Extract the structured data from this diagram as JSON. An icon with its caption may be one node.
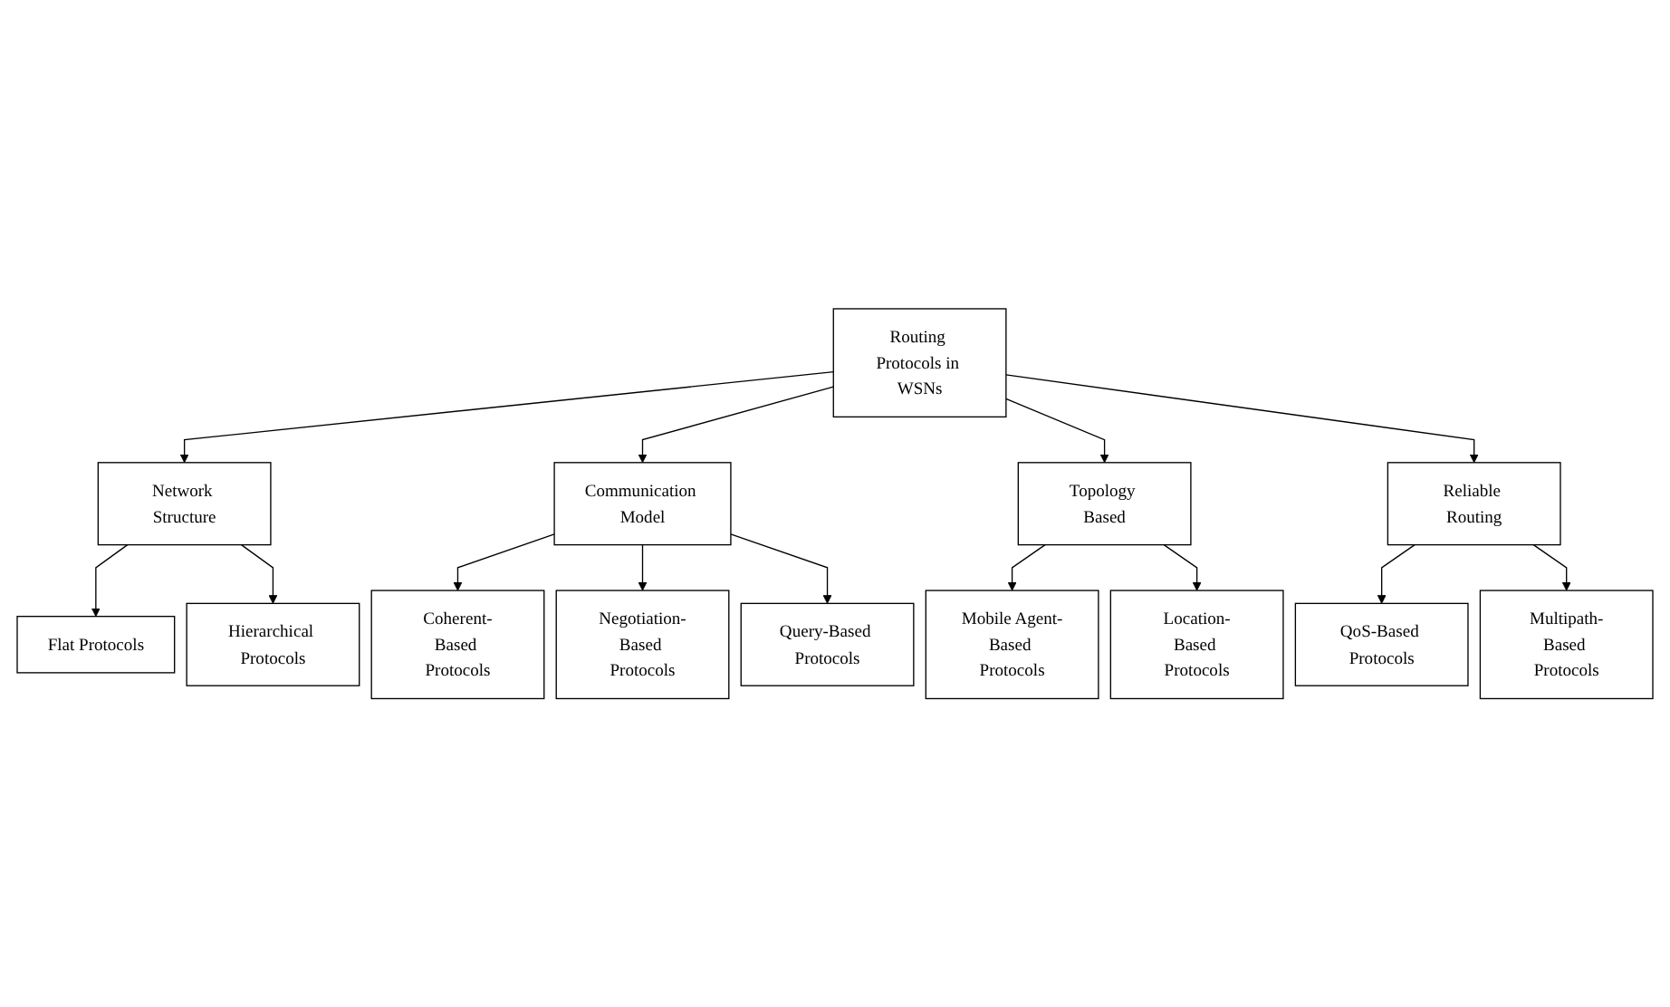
{
  "diagram": {
    "nodes": [
      {
        "text": [
          "Routing Protocols in WSNs"
        ]
      },
      {
        "text": [
          "Network Structure"
        ]
      },
      {
        "text": [
          "Communication Model"
        ]
      },
      {
        "text": [
          "Topology Based"
        ]
      },
      {
        "text": [
          "Reliable Routing"
        ]
      },
      {
        "text": [
          "Flat Protocols"
        ]
      },
      {
        "text": [
          "Hierarchical Protocols"
        ]
      },
      {
        "text": [
          "Coherent-Based Protocols"
        ]
      },
      {
        "text": [
          "Negotiation-Based Protocols"
        ]
      },
      {
        "text": [
          "Query-Based Protocols"
        ]
      },
      {
        "text": [
          "Mobile Agent-Based Protocols"
        ]
      },
      {
        "text": [
          "Location-Based Protocols"
        ]
      },
      {
        "text": [
          "QoS-Based Protocols"
        ]
      },
      {
        "text": [
          "Multipath-Based Protocols"
        ]
      }
    ],
    "edges": [
      {
        "from": 0,
        "to": 1,
        "arrow": "to"
      },
      {
        "from": 0,
        "to": 2,
        "arrow": "to"
      },
      {
        "from": 0,
        "to": 3,
        "arrow": "to"
      },
      {
        "from": 0,
        "to": 4,
        "arrow": "to"
      },
      {
        "from": 1,
        "to": 5,
        "arrow": "to"
      },
      {
        "from": 1,
        "to": 6,
        "arrow": "to"
      },
      {
        "from": 2,
        "to": 7,
        "arrow": "to"
      },
      {
        "from": 2,
        "to": 8,
        "arrow": "to"
      },
      {
        "from": 2,
        "to": 9,
        "arrow": "to"
      },
      {
        "from": 3,
        "to": 10,
        "arrow": "to"
      },
      {
        "from": 3,
        "to": 11,
        "arrow": "to"
      },
      {
        "from": 4,
        "to": 12,
        "arrow": "to"
      },
      {
        "from": 4,
        "to": 13,
        "arrow": "to"
      }
    ]
  }
}
